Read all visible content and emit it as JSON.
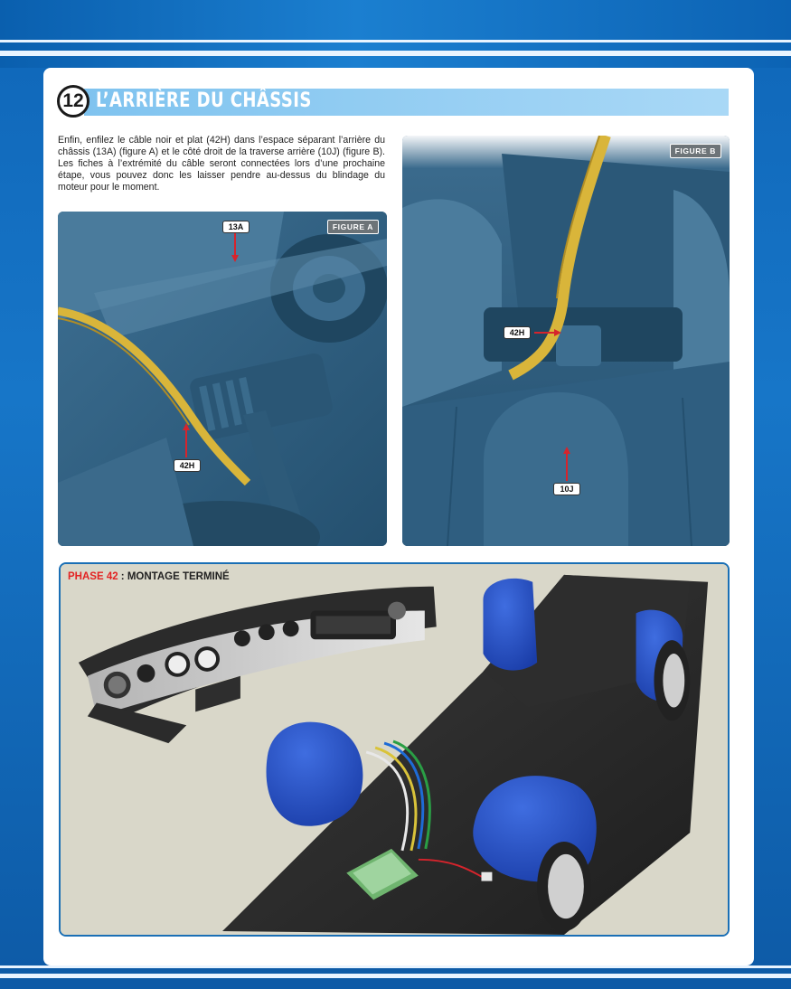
{
  "step": {
    "number": "12",
    "title": "L’ARRIÈRE DU CHÂSSIS"
  },
  "intro_text": "Enfin, enfilez le câble noir et plat (42H) dans l’espace séparant l’arrière du châssis (13A) (figure A) et le côté droit de la traverse arrière (10J) (figure B). Les fiches à l’extrémité du câble seront connectées lors d’une prochaine étape, vous pouvez donc les laisser pendre au-dessus du blindage du moteur pour le moment.",
  "figure_a": {
    "tag": "FIGURE A",
    "callouts": [
      "13A",
      "42H"
    ]
  },
  "figure_b": {
    "tag": "FIGURE B",
    "callouts": [
      "42H",
      "10J"
    ]
  },
  "phase": {
    "label_key": "PHASE 42",
    "label_sep": " : ",
    "label_value": "MONTAGE TERMINÉ"
  },
  "colors": {
    "model_blue": "#2e5f82",
    "cable_yellow": "#d9b53a",
    "callout_arrow": "#d6242c",
    "header_bar": "#8ccbf2",
    "frame_blue": "#1a6fb5",
    "phase_label_red": "#e32222"
  }
}
